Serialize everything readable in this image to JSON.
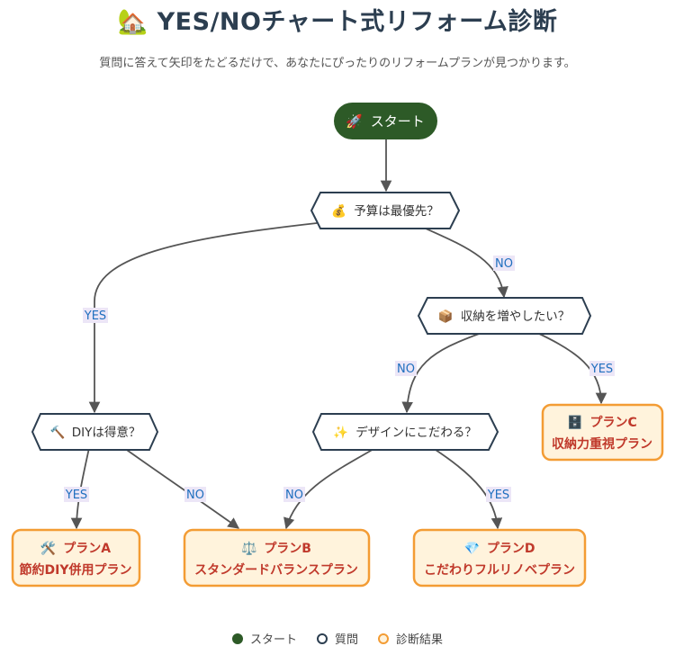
{
  "header": {
    "icon": "🏡",
    "title": "YES/NOチャート式リフォーム診断",
    "subtitle": "質問に答えて矢印をたどるだけで、あなたにぴったりのリフォームプランが見つかります。"
  },
  "colors": {
    "start_fill": "#2d5a27",
    "question_stroke": "#2c3e50",
    "result_stroke": "#f39c34",
    "result_fill": "#fff3dc",
    "result_text": "#c0392b",
    "edge": "#555555",
    "edge_label": "#1f6fbf",
    "edge_label_bg": "#ece6f7"
  },
  "nodes": {
    "start": {
      "icon": "🚀",
      "label": "スタート"
    },
    "q_budget": {
      "icon": "💰",
      "label": "予算は最優先？"
    },
    "q_storage": {
      "icon": "📦",
      "label": "収納を増やしたい？"
    },
    "q_diy": {
      "icon": "🔨",
      "label": "DIYは得意？"
    },
    "q_design": {
      "icon": "✨",
      "label": "デザインにこだわる？"
    },
    "plan_a": {
      "icon": "🛠️",
      "title": "プランA",
      "name": "節約DIY併用プラン"
    },
    "plan_b": {
      "icon": "⚖️",
      "title": "プランB",
      "name": "スタンダードバランスプラン"
    },
    "plan_c": {
      "icon": "🗄️",
      "title": "プランC",
      "name": "収納力重視プラン"
    },
    "plan_d": {
      "icon": "💎",
      "title": "プランD",
      "name": "こだわりフルリノベプラン"
    }
  },
  "edges": [
    {
      "from": "start",
      "to": "q_budget",
      "label": ""
    },
    {
      "from": "q_budget",
      "to": "q_diy",
      "label": "YES"
    },
    {
      "from": "q_budget",
      "to": "q_storage",
      "label": "NO"
    },
    {
      "from": "q_storage",
      "to": "q_design",
      "label": "NO"
    },
    {
      "from": "q_storage",
      "to": "plan_c",
      "label": "YES"
    },
    {
      "from": "q_diy",
      "to": "plan_a",
      "label": "YES"
    },
    {
      "from": "q_diy",
      "to": "plan_b",
      "label": "NO"
    },
    {
      "from": "q_design",
      "to": "plan_b",
      "label": "NO"
    },
    {
      "from": "q_design",
      "to": "plan_d",
      "label": "YES"
    }
  ],
  "legend": [
    {
      "kind": "start",
      "label": "スタート"
    },
    {
      "kind": "question",
      "label": "質問"
    },
    {
      "kind": "result",
      "label": "診断結果"
    }
  ]
}
